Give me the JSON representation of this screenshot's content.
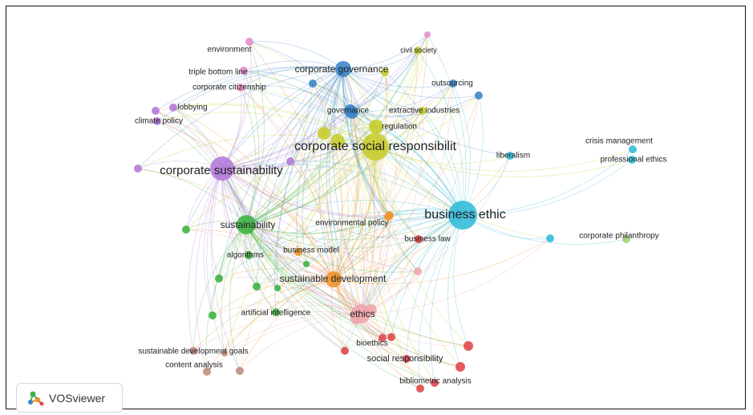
{
  "brand": {
    "name": "VOSviewer",
    "icon": "vosviewer-logo-icon"
  },
  "clusters": {
    "blue": "#3f86c9",
    "cyan": "#35bdd9",
    "yellow": "#c8cd2e",
    "purple": "#b57ad9",
    "pink": "#e58fd0",
    "green": "#3fb343",
    "orange": "#ec932c",
    "red": "#e0484e",
    "salmon": "#efa6ad",
    "brown": "#c08e7e",
    "lightgreen": "#9bd37d"
  },
  "nodes": [
    {
      "id": "csr",
      "label": "corporate social responsibilit",
      "cluster": "yellow",
      "weight": 5
    },
    {
      "id": "be",
      "label": "business ethic",
      "cluster": "cyan",
      "weight": 5
    },
    {
      "id": "cs",
      "label": "corporate sustainability",
      "cluster": "purple",
      "weight": 4
    },
    {
      "id": "cg",
      "label": "corporate governance",
      "cluster": "blue",
      "weight": 3
    },
    {
      "id": "sus",
      "label": "sustainability",
      "cluster": "green",
      "weight": 3
    },
    {
      "id": "sd",
      "label": "sustainable development",
      "cluster": "orange",
      "weight": 3
    },
    {
      "id": "eth",
      "label": "ethics",
      "cluster": "salmon",
      "weight": 3
    },
    {
      "id": "gov",
      "label": "governance",
      "cluster": "blue",
      "weight": 2
    },
    {
      "id": "ei",
      "label": "extractive industries",
      "cluster": "yellow",
      "weight": 1
    },
    {
      "id": "reg",
      "label": "regulation",
      "cluster": "yellow",
      "weight": 2
    },
    {
      "id": "civ",
      "label": "civil society",
      "cluster": "yellow",
      "weight": 1
    },
    {
      "id": "out",
      "label": "outsourcing",
      "cluster": "blue",
      "weight": 1
    },
    {
      "id": "env",
      "label": "environment",
      "cluster": "pink",
      "weight": 1
    },
    {
      "id": "tbl",
      "label": "triple bottom line",
      "cluster": "pink",
      "weight": 1
    },
    {
      "id": "cc",
      "label": "corporate citizenship",
      "cluster": "pink",
      "weight": 1
    },
    {
      "id": "lob",
      "label": "lobbying",
      "cluster": "purple",
      "weight": 1
    },
    {
      "id": "cp",
      "label": "climate policy",
      "cluster": "purple",
      "weight": 1
    },
    {
      "id": "lib",
      "label": "liberalism",
      "cluster": "cyan",
      "weight": 1
    },
    {
      "id": "cm",
      "label": "crisis management",
      "cluster": "cyan",
      "weight": 1
    },
    {
      "id": "pe",
      "label": "professional ethics",
      "cluster": "cyan",
      "weight": 1
    },
    {
      "id": "cph",
      "label": "corporate philanthropy",
      "cluster": "lightgreen",
      "weight": 1
    },
    {
      "id": "ep",
      "label": "environmental policy",
      "cluster": "orange",
      "weight": 1
    },
    {
      "id": "bl",
      "label": "business law",
      "cluster": "red",
      "weight": 1
    },
    {
      "id": "bm",
      "label": "business model",
      "cluster": "orange",
      "weight": 1
    },
    {
      "id": "alg",
      "label": "algorithms",
      "cluster": "green",
      "weight": 1
    },
    {
      "id": "ai",
      "label": "artificial intelligence",
      "cluster": "green",
      "weight": 1
    },
    {
      "id": "bio",
      "label": "bioethics",
      "cluster": "red",
      "weight": 1
    },
    {
      "id": "sr",
      "label": "social responsibility",
      "cluster": "red",
      "weight": 1
    },
    {
      "id": "ba",
      "label": "bibliometric analysis",
      "cluster": "red",
      "weight": 1
    },
    {
      "id": "sdg",
      "label": "sustainable development goals",
      "cluster": "brown",
      "weight": 1
    },
    {
      "id": "ca",
      "label": "content analysis",
      "cluster": "brown",
      "weight": 1
    }
  ]
}
